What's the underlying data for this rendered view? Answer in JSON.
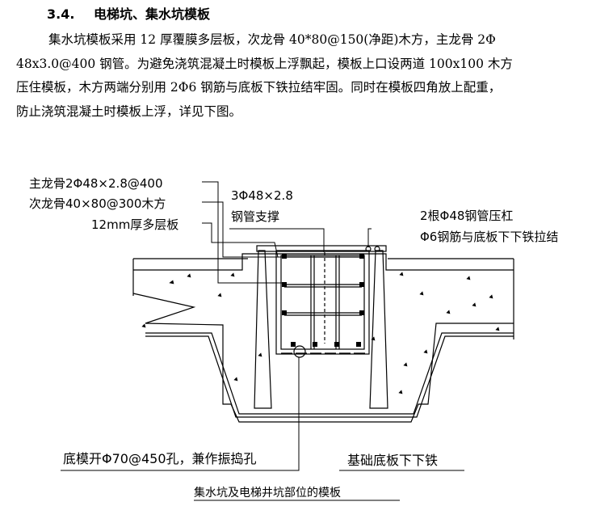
{
  "heading": {
    "number": "3.4.",
    "title": "电梯坑、集水坑模板"
  },
  "paragraph": {
    "lines": [
      "集水坑模板采用 12 厚覆膜多层板，次龙骨 40*80@150(净距)木方，主龙骨 2Φ",
      "48x3.0@400 钢管。为避免浇筑混凝土时模板上浮飘起，模板上口设两道 100x100 木方",
      "压住模板，木方两端分别用 2Φ6 钢筋与底板下铁拉结牢固。同时在模板四角放上配重，",
      "防止浇筑混凝土时模板上浮，详见下图。"
    ]
  },
  "figure": {
    "labels": {
      "main_keel": "主龙骨2Φ48×2.8@400",
      "secondary_keel": "次龙骨40×80@300木方",
      "plywood": "12mm厚多层板",
      "pipe_support_1": "3Φ48×2.8",
      "pipe_support_2": "钢管支撑",
      "press_bar_1": "2根Φ48钢管压杠",
      "press_bar_2": "Φ6钢筋与底板下下铁拉结",
      "vibration_hole": "底模开Φ70@450孔，兼作振捣孔",
      "bottom_rebar": "基础底板下下铁"
    },
    "caption": "集水坑及电梯井坑部位的模板"
  }
}
